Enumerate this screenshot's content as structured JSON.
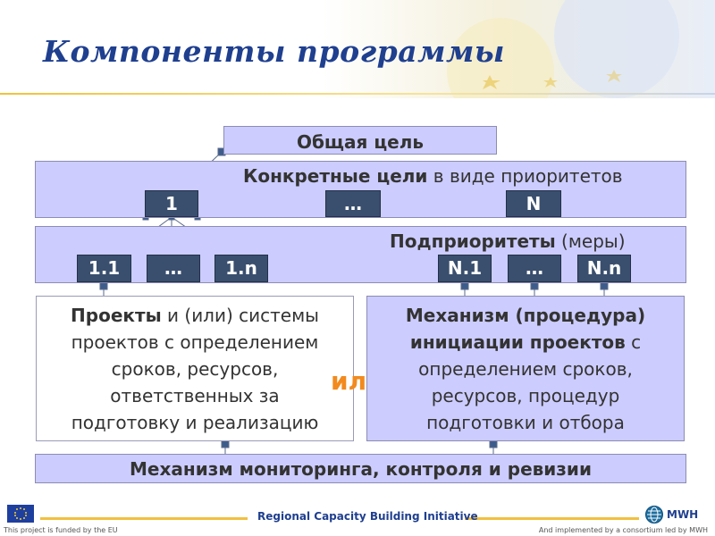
{
  "slide": {
    "title": "Компоненты программы",
    "goal": "Общая цель",
    "specific_bold": "Конкретные цели",
    "specific_rest": " в виде приоритетов",
    "priorities": [
      "1",
      "…",
      "N"
    ],
    "sub_bold": "Подприоритеты",
    "sub_rest": " (меры)",
    "measures": [
      "1.1",
      "…",
      "1.n",
      "N.1",
      "…",
      "N.n"
    ],
    "left_bold": "Проекты",
    "left_line1_rest": " и (или) системы",
    "left_lines": [
      "проектов с определением",
      "сроков, ресурсов,",
      "ответственных за",
      "подготовку и реализацию"
    ],
    "or": "или",
    "right_line1": "Механизм (процедура)",
    "right_line2_bold": "инициации проектов",
    "right_line2_rest": " с",
    "right_lines": [
      "определением сроков,",
      "ресурсов, процедур",
      "подготовки и отбора"
    ],
    "monitoring": "Механизм мониторинга, контроля и ревизии"
  },
  "footer": {
    "funded": "This project is funded by the EU",
    "initiative": "Regional Capacity Building Initiative",
    "implemented": "And implemented by a consortium led by MWH",
    "logo_text": "MWH",
    "icons": [
      "eu-flag-icon",
      "globe-icon"
    ]
  },
  "colors": {
    "title": "#1f3f8f",
    "box": "#ccccff",
    "number_box": "#3a4f6e",
    "or": "#f28a1e"
  }
}
